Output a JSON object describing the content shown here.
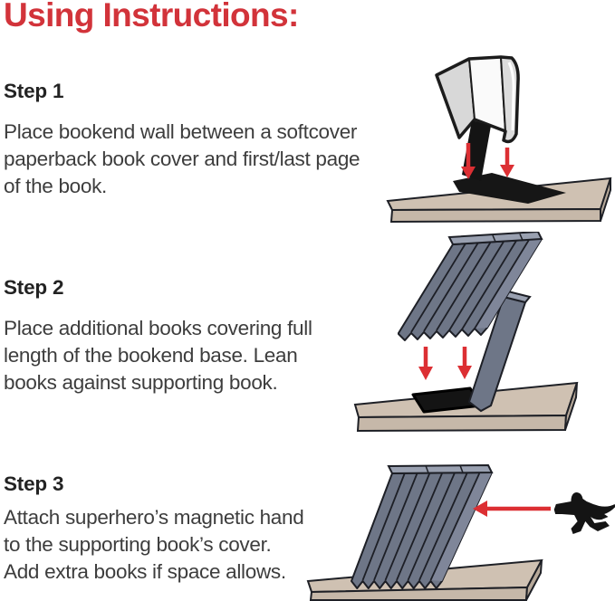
{
  "page": {
    "title": "Using Instructions:",
    "background": "#ffffff"
  },
  "colors": {
    "title_red": "#d2333a",
    "arrow_red": "#dc2f33",
    "heading_dark": "#232323",
    "body_text": "#3d3d3d",
    "book_slate": "#6e7687",
    "book_cover_face": "#7f8699",
    "book_top_edge": "#99a0b0",
    "shelf_top": "#cfc1b2",
    "shelf_front": "#c6b8a9",
    "shelf_side": "#b7a99a",
    "bookend_black": "#141414",
    "page_gray": "#d8d8d8",
    "page_white": "#fafafa"
  },
  "steps": [
    {
      "heading": "Step 1",
      "body_lines": [
        "Place bookend wall between a softcover",
        "paperback book cover and first/last page",
        "of the book."
      ],
      "illustration_alt": "Open paperback book lowered onto black bookend wall standing on a shelf, two red arrows pointing down"
    },
    {
      "heading": "Step 2",
      "body_lines": [
        "Place additional books covering full",
        "length of the bookend base. Lean",
        "books against supporting book."
      ],
      "illustration_alt": "Leaning stack of books lowered onto the bookend base beside a supporting book, two red arrows pointing down"
    },
    {
      "heading": "Step 3",
      "body_lines": [
        "Attach superhero’s magnetic hand",
        "to the supporting book’s cover.",
        "Add extra books if space allows."
      ],
      "illustration_alt": "Superhero figure flying toward the supporting book’s cover, red arrow pointing left"
    }
  ]
}
